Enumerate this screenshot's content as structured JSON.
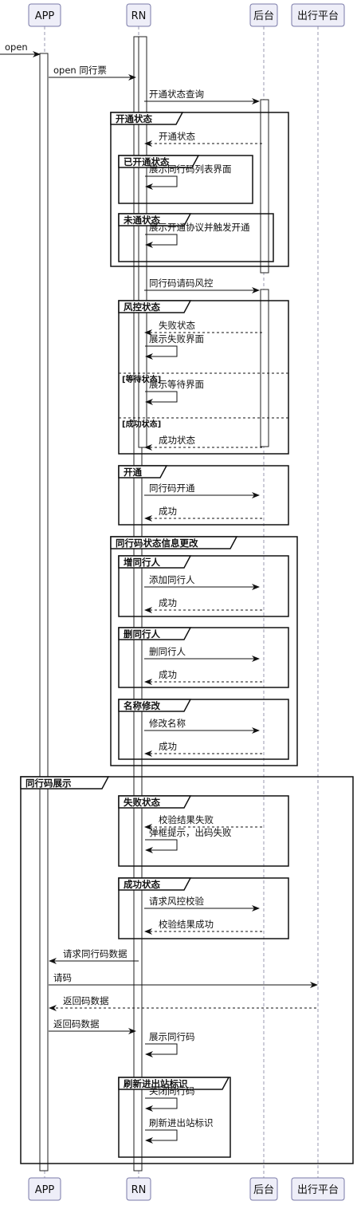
{
  "participants": [
    {
      "id": "app",
      "label": "APP"
    },
    {
      "id": "rn",
      "label": "RN"
    },
    {
      "id": "backend",
      "label": "后台"
    },
    {
      "id": "platform",
      "label": "出行平台"
    }
  ],
  "frames": [
    {
      "label": "开通状态"
    },
    {
      "label": "已开通状态"
    },
    {
      "label": "未通状态"
    },
    {
      "label": "风控状态",
      "else": [
        "[等待状态]",
        "[成功状态]"
      ]
    },
    {
      "label": "开通"
    },
    {
      "label": "同行码状态信息更改"
    },
    {
      "label": "增同行人"
    },
    {
      "label": "删同行人"
    },
    {
      "label": "名称修改"
    },
    {
      "label": "同行码展示"
    },
    {
      "label": "失败状态"
    },
    {
      "label": "成功状态"
    },
    {
      "label": "刷新进出站标识"
    }
  ],
  "messages": [
    {
      "text": "open",
      "from": "edge",
      "to": "app",
      "dashed": false
    },
    {
      "text": "open 同行票",
      "from": "app",
      "to": "rn",
      "dashed": false
    },
    {
      "text": "开通状态查询",
      "from": "rn",
      "to": "backend",
      "dashed": false
    },
    {
      "text": "开通状态",
      "from": "backend",
      "to": "rn",
      "dashed": true
    },
    {
      "text": "展示同行码列表界面",
      "from": "rn",
      "to": "rn",
      "dashed": false
    },
    {
      "text": "展示开通协议并触发开通",
      "from": "rn",
      "to": "rn",
      "dashed": false
    },
    {
      "text": "同行码请码风控",
      "from": "rn",
      "to": "backend",
      "dashed": false
    },
    {
      "text": "失败状态",
      "from": "backend",
      "to": "rn",
      "dashed": true
    },
    {
      "text": "展示失败界面",
      "from": "rn",
      "to": "rn",
      "dashed": false
    },
    {
      "text": "展示等待界面",
      "from": "rn",
      "to": "rn",
      "dashed": false
    },
    {
      "text": "成功状态",
      "from": "backend",
      "to": "rn",
      "dashed": true
    },
    {
      "text": "同行码开通",
      "from": "rn",
      "to": "backend",
      "dashed": false
    },
    {
      "text": "成功",
      "from": "backend",
      "to": "rn",
      "dashed": true
    },
    {
      "text": "添加同行人",
      "from": "rn",
      "to": "backend",
      "dashed": false
    },
    {
      "text": "成功",
      "from": "backend",
      "to": "rn",
      "dashed": true
    },
    {
      "text": "删同行人",
      "from": "rn",
      "to": "backend",
      "dashed": false
    },
    {
      "text": "成功",
      "from": "backend",
      "to": "rn",
      "dashed": true
    },
    {
      "text": "修改名称",
      "from": "rn",
      "to": "backend",
      "dashed": false
    },
    {
      "text": "成功",
      "from": "backend",
      "to": "rn",
      "dashed": true
    },
    {
      "text": "校验结果失败",
      "from": "backend",
      "to": "rn",
      "dashed": true
    },
    {
      "text": "弹框提示，出码失败",
      "from": "rn",
      "to": "rn",
      "dashed": false
    },
    {
      "text": "请求风控校验",
      "from": "rn",
      "to": "backend",
      "dashed": false
    },
    {
      "text": "校验结果成功",
      "from": "backend",
      "to": "rn",
      "dashed": true
    },
    {
      "text": "请求同行码数据",
      "from": "rn",
      "to": "app",
      "dashed": false
    },
    {
      "text": "请码",
      "from": "app",
      "to": "platform",
      "dashed": false
    },
    {
      "text": "返回码数据",
      "from": "platform",
      "to": "app",
      "dashed": true
    },
    {
      "text": "返回码数据",
      "from": "app",
      "to": "rn",
      "dashed": false
    },
    {
      "text": "展示同行码",
      "from": "rn",
      "to": "rn",
      "dashed": false
    },
    {
      "text": "关闭同行码",
      "from": "rn",
      "to": "rn",
      "dashed": false
    },
    {
      "text": "刷新进出站标识",
      "from": "rn",
      "to": "rn",
      "dashed": false
    }
  ]
}
